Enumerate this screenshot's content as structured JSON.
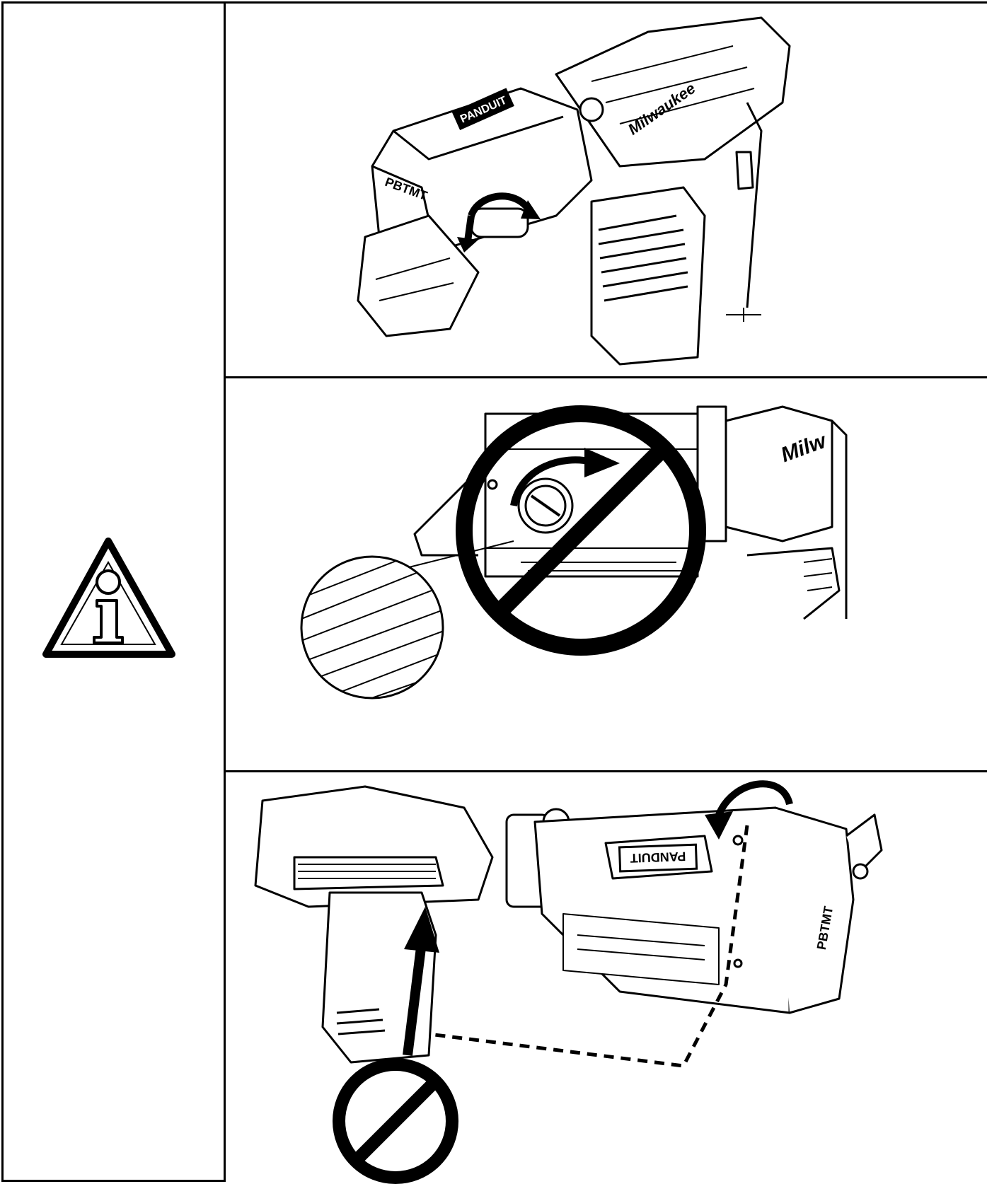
{
  "labels": {
    "brand_top": "PANDUIT",
    "model_top": "PBTMT",
    "maker_top": "Milwaukee",
    "maker_mid": "Milw",
    "brand_bottom": "PANDUIT",
    "model_bottom": "PBTMT"
  },
  "icons": {
    "left": "info-warning-triangle-icon",
    "prohibited_mid": "prohibition-icon",
    "prohibited_bottom": "prohibition-icon"
  },
  "colors": {
    "ink": "#000000",
    "paper": "#ffffff"
  }
}
